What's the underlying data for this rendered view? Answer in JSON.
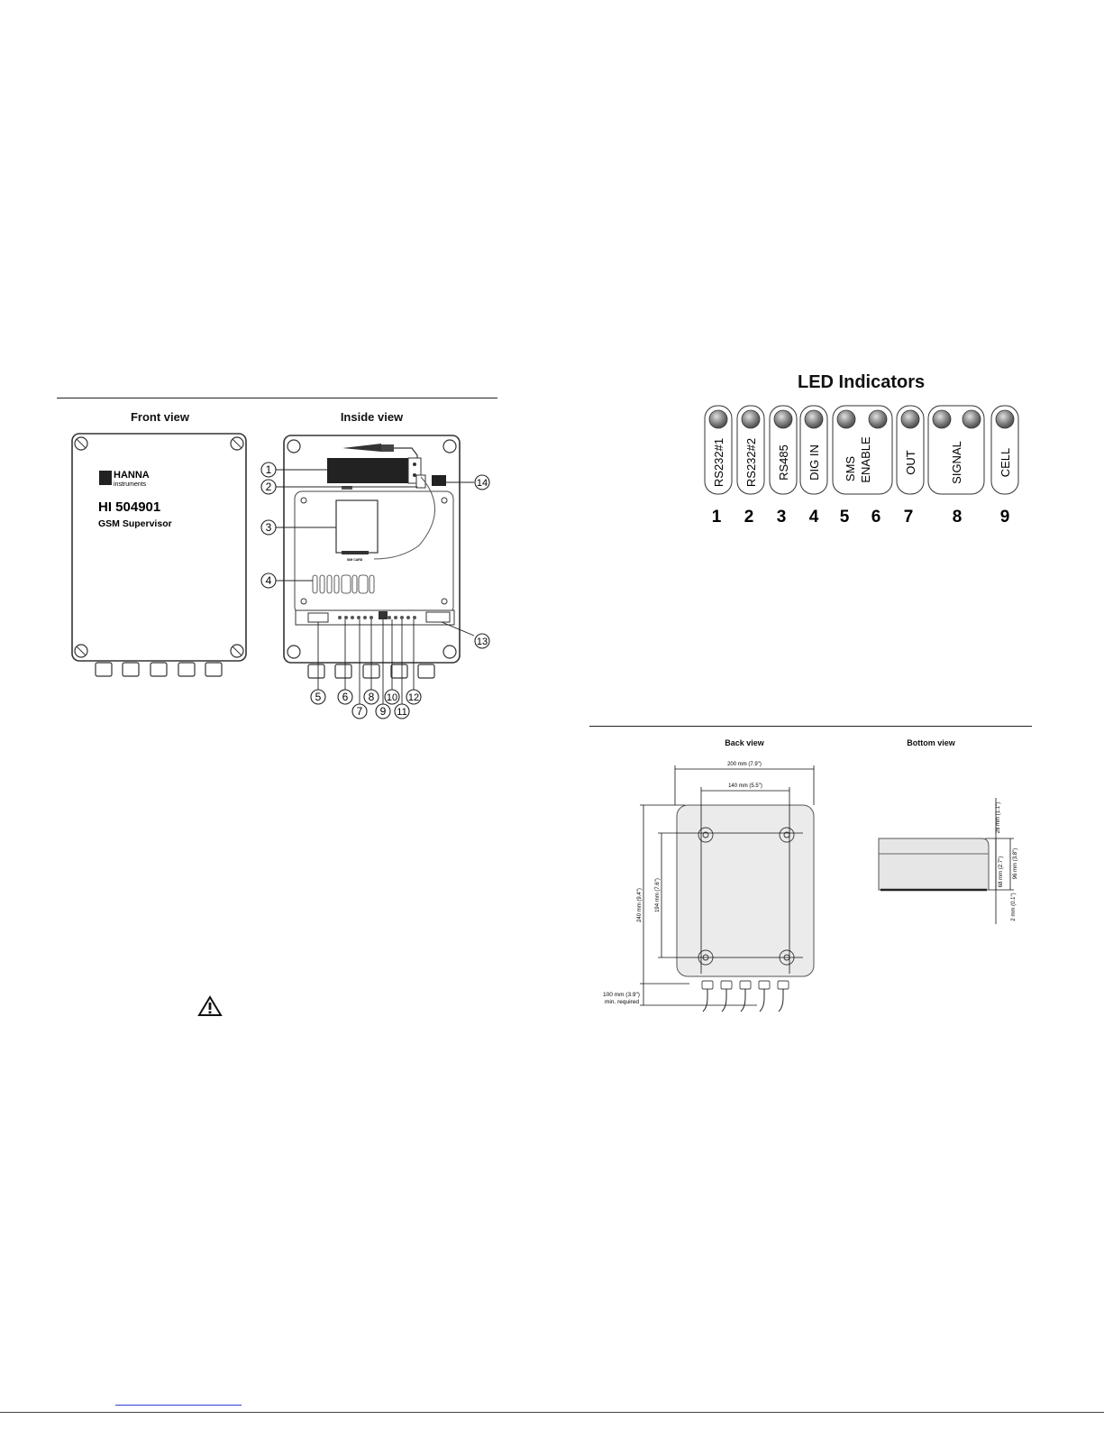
{
  "left_panel": {
    "front_heading": "Front view",
    "inside_heading": "Inside view",
    "brand_line1": "HANNA",
    "brand_line2": "instruments",
    "model": "HI 504901",
    "product_name": "GSM Supervisor",
    "callouts": [
      "1",
      "2",
      "3",
      "4",
      "5",
      "6",
      "7",
      "8",
      "9",
      "10",
      "11",
      "12",
      "13",
      "14"
    ],
    "sim_label": "SIM CARD"
  },
  "led_panel": {
    "title": "LED Indicators",
    "pills": [
      {
        "labels": [
          "RS232#1"
        ]
      },
      {
        "labels": [
          "RS232#2"
        ]
      },
      {
        "labels": [
          "RS485"
        ]
      },
      {
        "labels": [
          "DIG IN"
        ]
      },
      {
        "labels": [
          "SMS",
          "ENABLE"
        ]
      },
      {
        "labels": [
          "OUT"
        ]
      },
      {
        "labels": [
          "SIGNAL"
        ]
      },
      {
        "labels": [
          "CELL"
        ]
      }
    ],
    "numbers": [
      "1",
      "2",
      "3",
      "4",
      "5",
      "6",
      "7",
      "8",
      "9"
    ]
  },
  "dims_panel": {
    "back_heading": "Back view",
    "bottom_heading": "Bottom view",
    "width_outer": "200 mm (7.9\")",
    "width_inner": "140 mm (5.5\")",
    "height_outer": "240 mm (9.4\")",
    "height_inner": "194 mm (7.6\")",
    "clearance_line1": "100 mm (3.9\")",
    "clearance_line2": "min. required",
    "depth_top": "28 mm (1.1\")",
    "depth_inner": "68 mm (2.7\")",
    "depth_total": "96 mm (3.8\")",
    "depth_bottom": "2 mm (0.1\")"
  }
}
